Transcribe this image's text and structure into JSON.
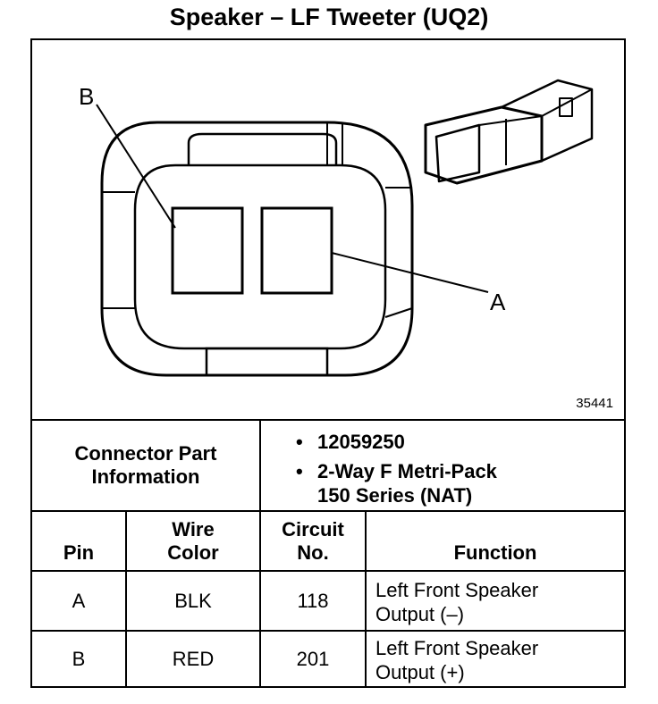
{
  "title": "Speaker – LF Tweeter (UQ2)",
  "figure_number": "35441",
  "callouts": {
    "a": "A",
    "b": "B"
  },
  "connector_info": {
    "label_line1": "Connector Part",
    "label_line2": "Information",
    "bullets": [
      "12059250",
      "2-Way F Metri-Pack",
      "150 Series (NAT)"
    ]
  },
  "table": {
    "headers": {
      "pin": "Pin",
      "wire_line1": "Wire",
      "wire_line2": "Color",
      "circuit_line1": "Circuit",
      "circuit_line2": "No.",
      "function": "Function"
    },
    "rows": [
      {
        "pin": "A",
        "wire": "BLK",
        "circuit": "118",
        "function_line1": "Left Front Speaker",
        "function_line2": "Output (–)"
      },
      {
        "pin": "B",
        "wire": "RED",
        "circuit": "201",
        "function_line1": "Left Front Speaker",
        "function_line2": "Output (+)"
      }
    ]
  }
}
